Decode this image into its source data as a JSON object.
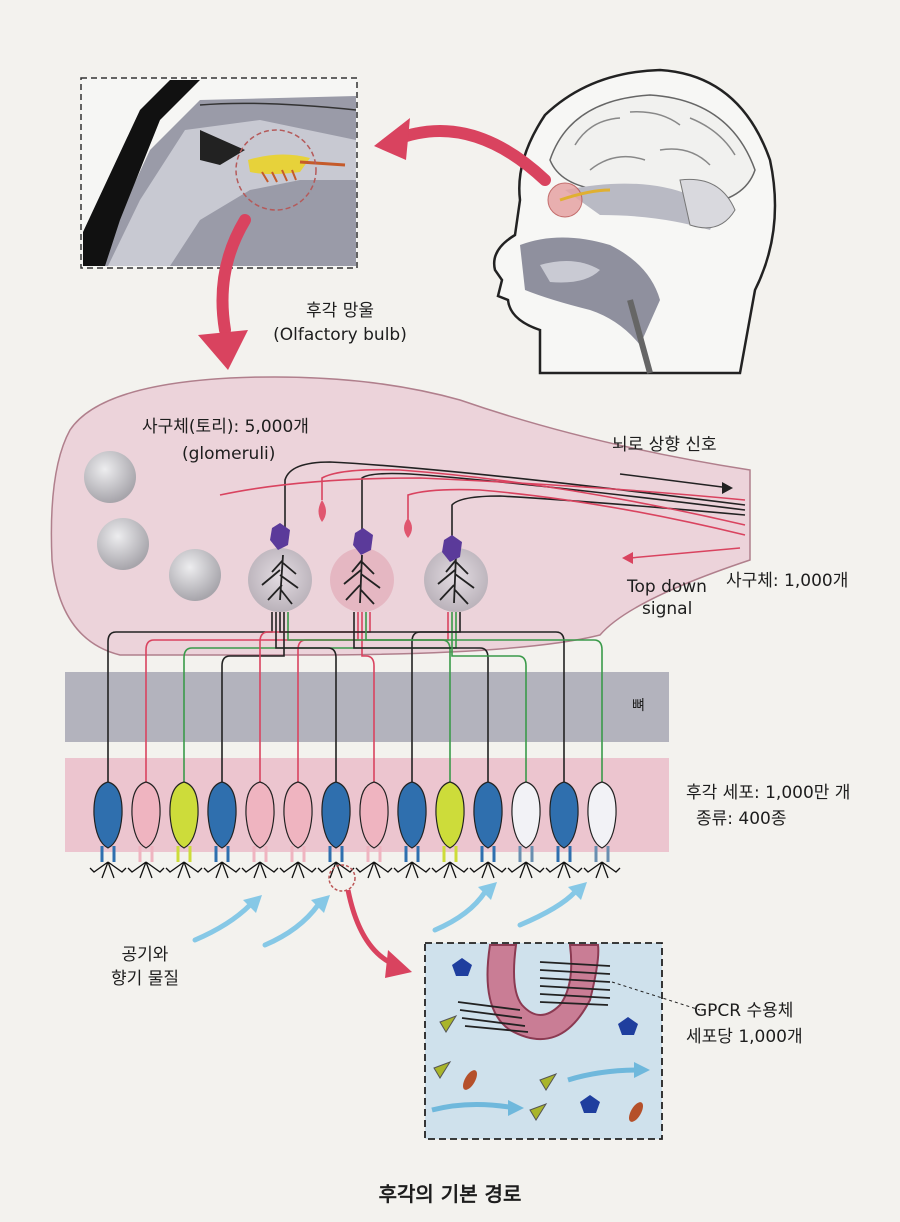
{
  "labels": {
    "bulb_ko": "후각 망울",
    "bulb_en": "(Olfactory bulb)",
    "glomeruli_ko": "사구체(토리): 5,000개",
    "glomeruli_en": "(glomeruli)",
    "upward_signal": "뇌로 상향 신호",
    "top_down_1": "Top down",
    "top_down_2": "signal",
    "glomeruli_count": "사구체: 1,000개",
    "bone": "뼈",
    "cells": "후각 세포: 1,000만 개",
    "types": "종류: 400종",
    "air_1": "공기와",
    "air_2": "향기 물질",
    "gpcr_1": "GPCR 수용체",
    "gpcr_2": "세포당 1,000개"
  },
  "caption": "후각의 기본 경로",
  "colors": {
    "blue_cell": "#2f6fae",
    "pink_cell": "#efb4c0",
    "yellow_cell": "#cddc3a",
    "white_cell": "#f2f2f6",
    "bulb_fill": "#ecd3da",
    "bone_band": "#b3b3bd",
    "epithelium_band": "#ecc5cf",
    "arrow_red": "#d9435f",
    "air_arrow": "#86c8e6",
    "mitral_purple": "#5b3a9a",
    "green_axon": "#3a9a4a"
  },
  "receptor_cells": [
    "blue",
    "pink",
    "yellow",
    "blue",
    "pink",
    "pink",
    "blue",
    "pink",
    "blue",
    "yellow",
    "blue",
    "white",
    "blue",
    "white"
  ],
  "icons": [
    "head-sagittal-icon",
    "zoom-inset-icon",
    "glomerulus-icon",
    "mitral-cell-icon",
    "receptor-neuron-icon",
    "odorant-molecule-icon",
    "gpcr-receptor-icon",
    "airflow-arrow-icon"
  ]
}
